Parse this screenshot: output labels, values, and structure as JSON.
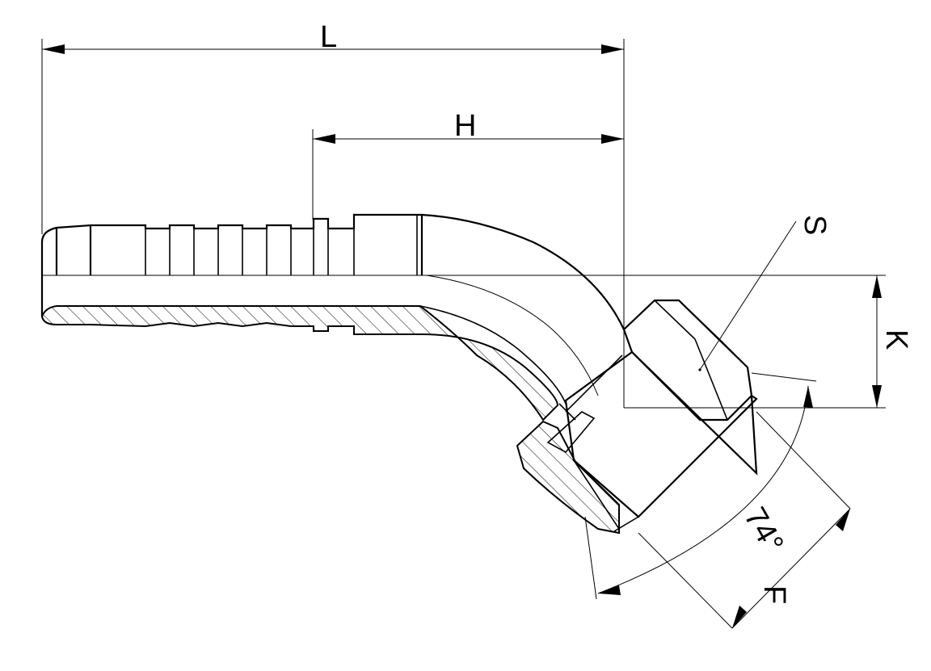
{
  "drawing": {
    "labels": {
      "L": "L",
      "H": "H",
      "S": "S",
      "K": "K",
      "F": "F",
      "angle": "74°"
    }
  }
}
